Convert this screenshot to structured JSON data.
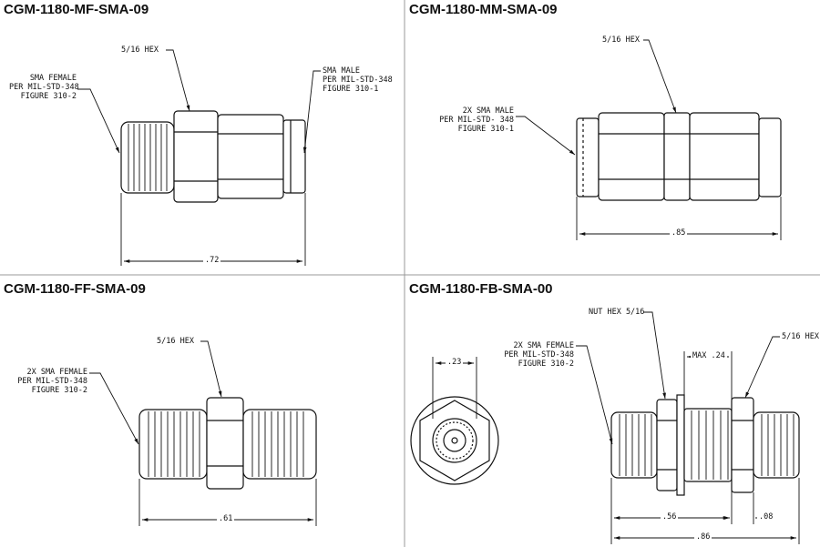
{
  "panels": {
    "mf": {
      "title": "CGM-1180-MF-SMA-09",
      "hex_label": "5/16 HEX",
      "left_label": [
        "SMA FEMALE",
        "PER MIL-STD-348",
        "FIGURE 310-2"
      ],
      "right_label": [
        "SMA MALE",
        "PER MIL-STD-348",
        "FIGURE 310-1"
      ],
      "dim_length": ".72"
    },
    "mm": {
      "title": "CGM-1180-MM-SMA-09",
      "hex_label": "5/16 HEX",
      "left_label": [
        "2X SMA MALE",
        "PER MIL-STD- 348",
        "FIGURE 310-1"
      ],
      "dim_length": ".85"
    },
    "ff": {
      "title": "CGM-1180-FF-SMA-09",
      "hex_label": "5/16 HEX",
      "left_label": [
        "2X SMA FEMALE",
        "PER MIL-STD-348",
        "FIGURE 310-2"
      ],
      "dim_length": ".61"
    },
    "fb": {
      "title": "CGM-1180-FB-SMA-00",
      "nut_label": "NUT HEX 5/16",
      "hex_label": "5/16 HEX",
      "left_label": [
        "2X SMA FEMALE",
        "PER MIL-STD-348",
        "FIGURE 310-2"
      ],
      "max_label": "MAX .24",
      "dim_face": ".23",
      "dim_inner": ".56",
      "dim_flange": ".08",
      "dim_total": ".86"
    }
  }
}
